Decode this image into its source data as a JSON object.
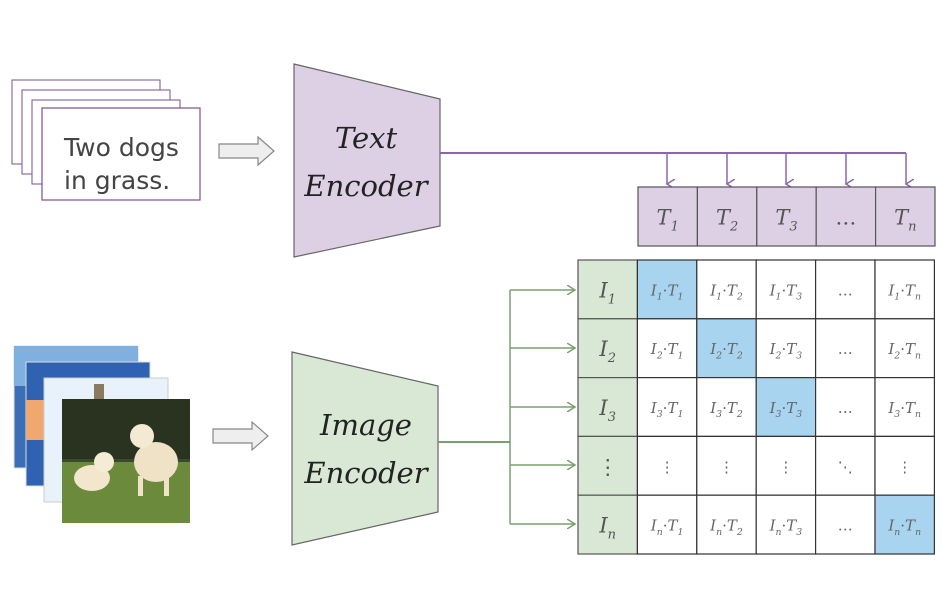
{
  "caption": {
    "line1": "Two dogs",
    "line2": "in grass."
  },
  "text_encoder": {
    "line1": "Text",
    "line2": "Encoder"
  },
  "image_encoder": {
    "line1": "Image",
    "line2": "Encoder"
  },
  "text_tokens": [
    {
      "base": "T",
      "sub": "1"
    },
    {
      "base": "T",
      "sub": "2"
    },
    {
      "base": "T",
      "sub": "3"
    },
    {
      "base": "…",
      "sub": ""
    },
    {
      "base": "T",
      "sub": "n"
    }
  ],
  "image_tokens": [
    {
      "base": "I",
      "sub": "1"
    },
    {
      "base": "I",
      "sub": "2"
    },
    {
      "base": "I",
      "sub": "3"
    },
    {
      "base": "⋮",
      "sub": ""
    },
    {
      "base": "I",
      "sub": "n"
    }
  ],
  "matrix": [
    [
      "I1·T1",
      "I1·T2",
      "I1·T3",
      "…",
      "I1·Tn"
    ],
    [
      "I2·T1",
      "I2·T2",
      "I2·T3",
      "…",
      "I2·Tn"
    ],
    [
      "I3·T1",
      "I3·T2",
      "I3·T3",
      "…",
      "I3·Tn"
    ],
    [
      "⋮",
      "⋮",
      "⋮",
      "⋱",
      "⋮"
    ],
    [
      "In·T1",
      "In·T2",
      "In·T3",
      "…",
      "In·Tn"
    ]
  ],
  "colors": {
    "text_encoder_fill": "#ddd0e4",
    "text_line": "#7a4f9a",
    "image_encoder_fill": "#d9e8d5",
    "image_line": "#5a8a50",
    "diagonal_fill": "#a8d4f0",
    "arrow_fill": "#eeeeee"
  }
}
